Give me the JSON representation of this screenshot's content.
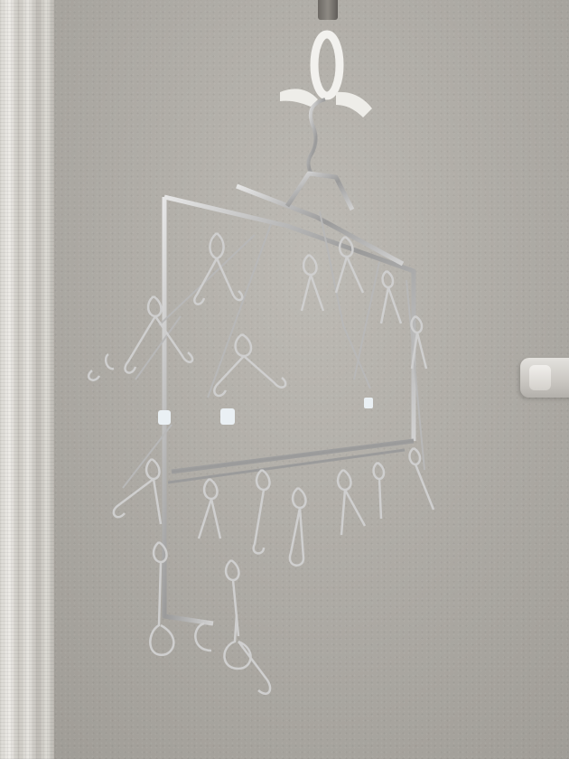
{
  "scene": {
    "description_tags": [
      "stainless-steel-laundry-hanger",
      "clothespins",
      "white-plastic-ring",
      "curtain",
      "wall-hook"
    ],
    "colors": {
      "wall": "#aeaba5",
      "steel": "#c8c8c8",
      "steel_shadow": "#6f6f6f",
      "plastic": "#f2f1ee"
    }
  }
}
